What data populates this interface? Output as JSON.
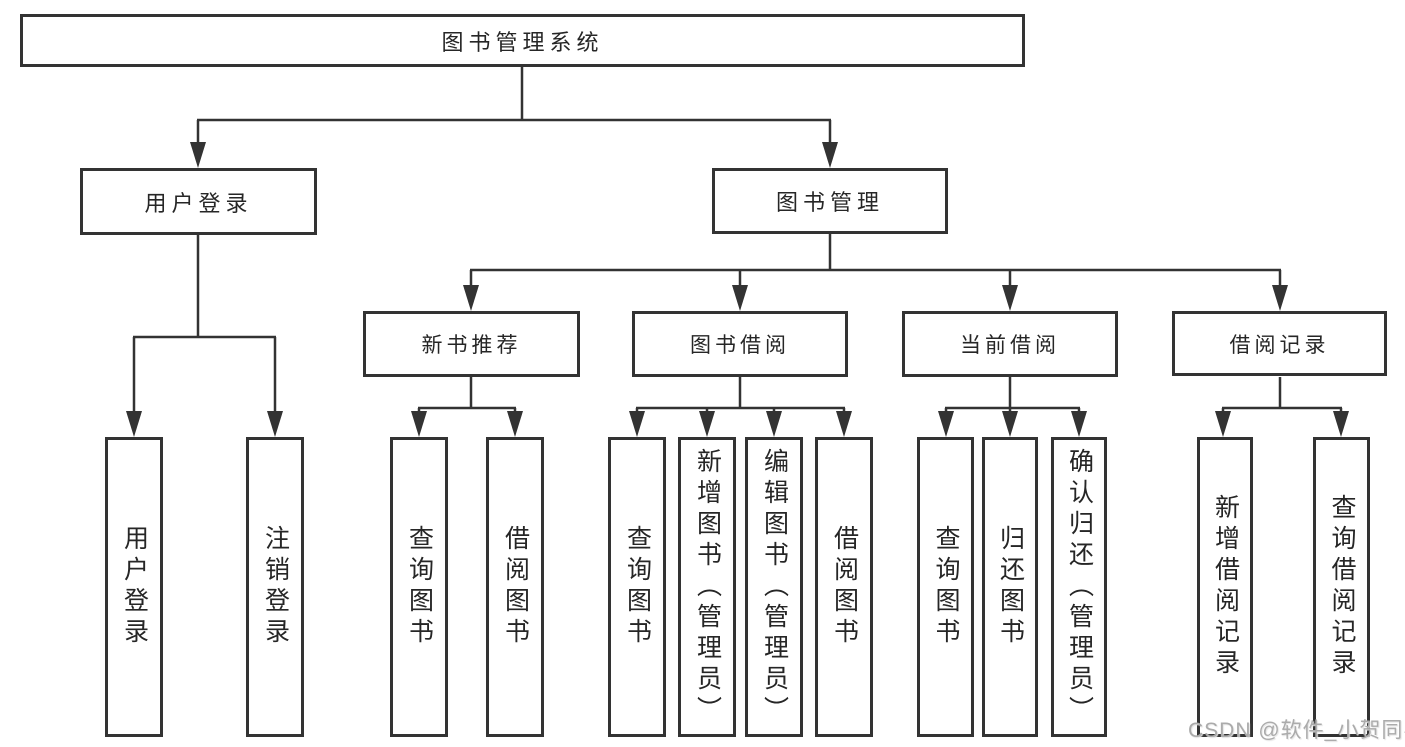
{
  "tree": {
    "label": "图书管理系统",
    "children": [
      {
        "label": "用户登录",
        "children": [
          {
            "label": "用户登录"
          },
          {
            "label": "注销登录"
          }
        ]
      },
      {
        "label": "图书管理",
        "children": [
          {
            "label": "新书推荐",
            "children": [
              {
                "label": "查询图书"
              },
              {
                "label": "借阅图书"
              }
            ]
          },
          {
            "label": "图书借阅",
            "children": [
              {
                "label": "查询图书"
              },
              {
                "label": "新增图书（管理员）"
              },
              {
                "label": "编辑图书（管理员）"
              },
              {
                "label": "借阅图书"
              }
            ]
          },
          {
            "label": "当前借阅",
            "children": [
              {
                "label": "查询图书"
              },
              {
                "label": "归还图书"
              },
              {
                "label": "确认归还（管理员）"
              }
            ]
          },
          {
            "label": "借阅记录",
            "children": [
              {
                "label": "新增借阅记录"
              },
              {
                "label": "查询借阅记录"
              }
            ]
          }
        ]
      }
    ]
  },
  "colors": {
    "line": "#333333",
    "box_fill": "#ffffff",
    "text": "#262626",
    "watermark": "#ababab"
  },
  "watermark": {
    "text": "CSDN @软件_小贺同学"
  }
}
